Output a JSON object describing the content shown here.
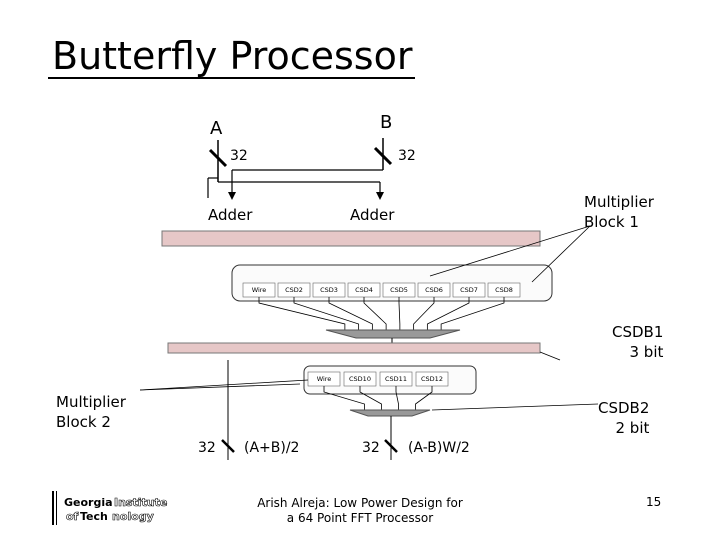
{
  "slide": {
    "title": "Butterfly Processor"
  },
  "diagram": {
    "input_a": "A",
    "input_b": "B",
    "width_a": "32",
    "width_b": "32",
    "adder_1": "Adder",
    "adder_2": "Adder",
    "multiplier_block_1": [
      "Multiplier",
      "Block 1"
    ],
    "multiplier_block_2": [
      "Multiplier",
      "Block 2"
    ],
    "row1_cells": [
      "Wire",
      "CSD2",
      "CSD3",
      "CSD4",
      "CSD5",
      "CSD6",
      "CSD7",
      "CSD8"
    ],
    "row2_cells": [
      "Wire",
      "CSD10",
      "CSD11",
      "CSD12"
    ],
    "csdb1": [
      "CSDB1",
      "3 bit"
    ],
    "csdb2": [
      "CSDB2",
      "2 bit"
    ],
    "out_width_1": "32",
    "out_label_1": "(A+B)/2",
    "out_width_2": "32",
    "out_label_2": "(A-B)W/2"
  },
  "footer": {
    "author_line1": "Arish Alreja: Low Power Design for",
    "author_line2": "a 64 Point FFT Processor",
    "page_number": "15",
    "logo_line1_bold": "Georgia",
    "logo_line1_outline": "Institute",
    "logo_line2_pre": "of",
    "logo_line2_bold": "Tech",
    "logo_line2_outline": "nology"
  }
}
